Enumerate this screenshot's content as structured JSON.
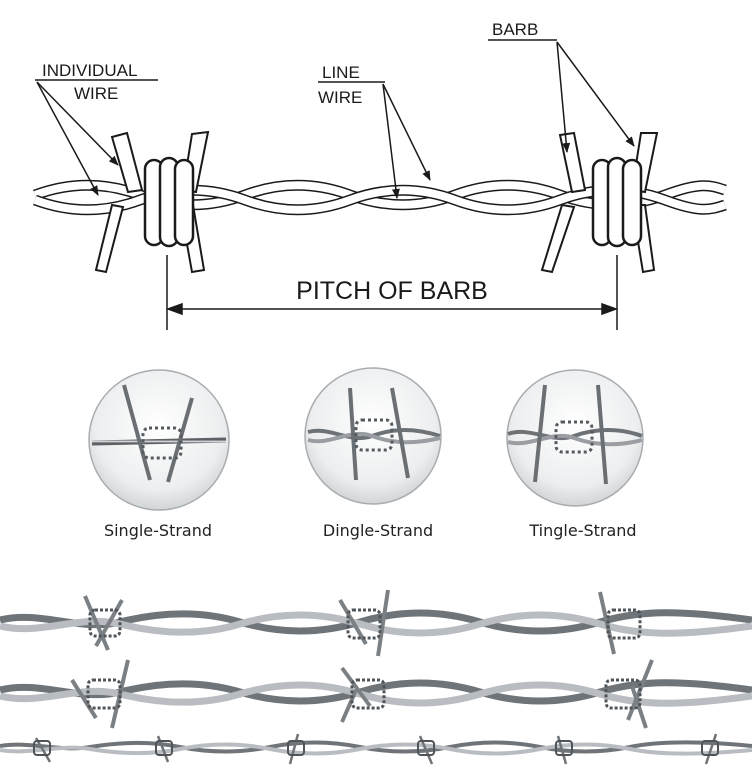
{
  "diagram": {
    "labels": {
      "individual_line1": "INDIVIDUAL",
      "individual_line2": "WIRE",
      "line_line1": "LINE",
      "line_line2": "WIRE",
      "barb": "BARB",
      "pitch": "PITCH OF BARB"
    }
  },
  "variants": [
    {
      "caption": "Single-Strand"
    },
    {
      "caption": "Dingle-Strand"
    },
    {
      "caption": "Tingle-Strand"
    }
  ],
  "colors": {
    "ink": "#1a1a1a",
    "steel_dark": "#5c6166",
    "steel_light": "#e6e8ea"
  }
}
